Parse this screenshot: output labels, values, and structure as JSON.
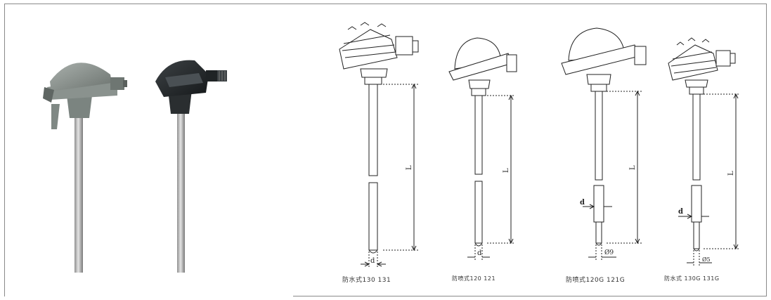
{
  "captions": {
    "c1": "防水式130 131",
    "c2": "防喷式120 121",
    "c3": "防喷式120G 121G",
    "c4": "防水式 130G 131G"
  },
  "dims": {
    "L": "L",
    "d": "d",
    "dia9": "Ø9",
    "dia5": "Ø5"
  }
}
